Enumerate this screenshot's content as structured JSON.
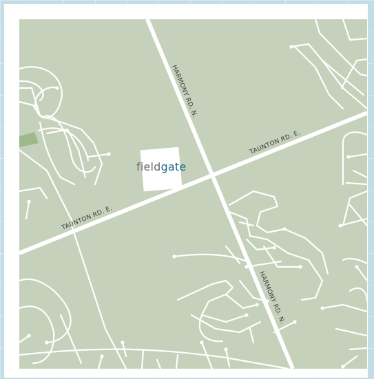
{
  "map": {
    "brand": {
      "part1": "field",
      "part2": "gate"
    },
    "roads": {
      "harmony_north": "HARMONY RD. N.",
      "harmony_south": "HARMONY RD. N.",
      "taunton_east_right": "TAUNTON RD. E.",
      "taunton_east_left": "TAUNTON RD. E."
    },
    "colors": {
      "land": "#c5d1bb",
      "road": "#ffffff",
      "park": "#9db88a",
      "frame_bg": "#c3dde6",
      "brand_primary": "#1f6b85"
    }
  }
}
